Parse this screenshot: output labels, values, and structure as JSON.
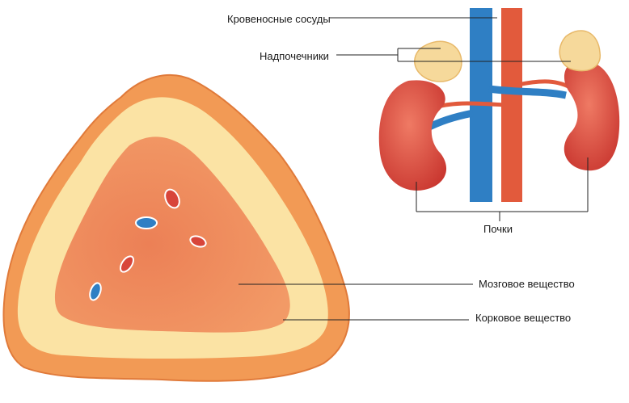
{
  "labels": {
    "blood_vessels": "Кровеносные сосуды",
    "adrenal_glands": "Надпочечники",
    "kidneys": "Почки",
    "medulla": "Мозговое вещество",
    "cortex": "Корковое вещество"
  },
  "colors": {
    "outer_orange": "#f29a55",
    "cortex_yellow": "#fbe3a4",
    "medulla_orange": "#f08a5c",
    "kidney_red": "#d9453c",
    "vein_blue": "#2f7fc4",
    "artery_red": "#e25a3c",
    "adrenal_cream": "#f6d99b",
    "leader_line": "#222222"
  }
}
